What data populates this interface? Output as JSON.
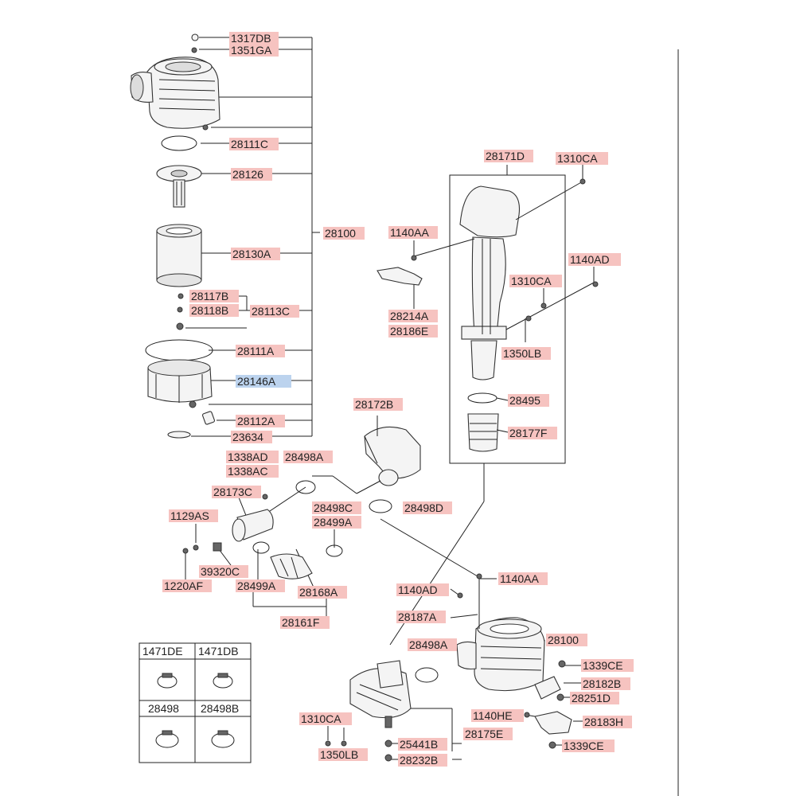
{
  "colors": {
    "label_bg": "#f6c3c0",
    "label_highlight_bg": "#bcd3ee",
    "line": "#222222"
  },
  "labels": {
    "l_1317DB": "1317DB",
    "l_1351GA": "1351GA",
    "l_28111C": "28111C",
    "l_28126": "28126",
    "l_28100_top": "28100",
    "l_28130A": "28130A",
    "l_28117B": "28117B",
    "l_28118B": "28118B",
    "l_28113C": "28113C",
    "l_28111A": "28111A",
    "l_28146A": "28146A",
    "l_28112A": "28112A",
    "l_23634": "23634",
    "l_28171D": "28171D",
    "l_1310CA_top": "1310CA",
    "l_1140AA_top": "1140AA",
    "l_1140AD_right": "1140AD",
    "l_1310CA_mid": "1310CA",
    "l_28214A": "28214A",
    "l_28186E": "28186E",
    "l_1350LB_top": "1350LB",
    "l_28495": "28495",
    "l_28177F": "28177F",
    "l_28172B": "28172B",
    "l_1338AD": "1338AD",
    "l_28498A_top": "28498A",
    "l_1338AC": "1338AC",
    "l_28173C": "28173C",
    "l_28498C": "28498C",
    "l_28498D": "28498D",
    "l_28499A_mid": "28499A",
    "l_1129AS": "1129AS",
    "l_39320C": "39320C",
    "l_1220AF": "1220AF",
    "l_28499A_low": "28499A",
    "l_28168A": "28168A",
    "l_28161F": "28161F",
    "l_1140AD_low": "1140AD",
    "l_1140AA_low": "1140AA",
    "l_28187A": "28187A",
    "l_28498A_low": "28498A",
    "l_28100_low": "28100",
    "l_1339CE_a": "1339CE",
    "l_28182B": "28182B",
    "l_28251D": "28251D",
    "l_1140HE": "1140HE",
    "l_28183H": "28183H",
    "l_1339CE_b": "1339CE",
    "l_1310CA_low": "1310CA",
    "l_28175E": "28175E",
    "l_25441B": "25441B",
    "l_28232B": "28232B",
    "l_1350LB_low": "1350LB"
  },
  "legend_table": {
    "cells": [
      "1471DE",
      "1471DB",
      "28498",
      "28498B"
    ]
  }
}
